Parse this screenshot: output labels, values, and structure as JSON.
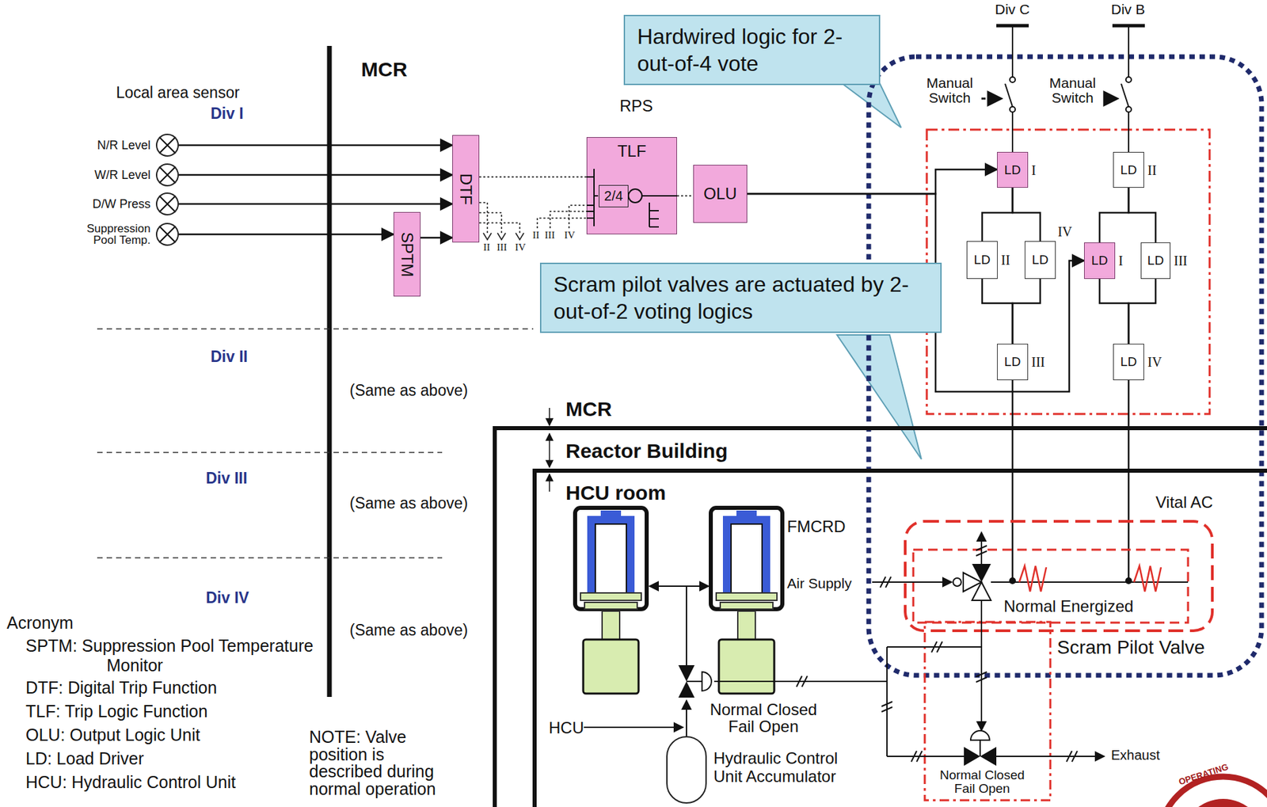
{
  "diagram": {
    "nodes": [
      {
        "text": [
          "N/R Level"
        ]
      },
      {
        "text": [
          "W/R Level"
        ]
      },
      {
        "text": [
          "D/W Press"
        ]
      },
      {
        "text": [
          "Suppression Pool Temp."
        ]
      },
      {
        "text": [
          "DTF"
        ]
      },
      {
        "text": [
          "SPTM"
        ]
      },
      {
        "text": [
          "TLF"
        ]
      },
      {
        "text": [
          "2/4"
        ],
        "in": 6
      },
      {
        "text": [
          "OLU"
        ]
      },
      {
        "text": [
          "Hardwired logic for 2-out-of-4 vote"
        ]
      },
      {
        "text": [
          "Scram pilot valves are actuated by 2-out-of-2 voting logics"
        ]
      },
      {
        "text": [
          "LD",
          "I"
        ]
      },
      {
        "text": [
          "LD",
          "II"
        ]
      },
      {
        "text": [
          "LD",
          "II"
        ]
      },
      {
        "text": [
          "LD",
          "IV"
        ]
      },
      {
        "text": [
          "LD",
          "I"
        ]
      },
      {
        "text": [
          "LD",
          "III"
        ]
      },
      {
        "text": [
          "LD",
          "III"
        ]
      },
      {
        "text": [
          "LD",
          "IV"
        ]
      },
      {
        "text": [
          "Hydraulic Control Unit Accumulator"
        ]
      }
    ],
    "edges": [
      {
        "from": 0,
        "to": 4,
        "arrow": "to"
      },
      {
        "from": 1,
        "to": 4,
        "arrow": "to"
      },
      {
        "from": 2,
        "to": 4,
        "arrow": "to"
      },
      {
        "from": 3,
        "to": 5,
        "arrow": "to"
      },
      {
        "from": 5,
        "to": 4,
        "arrow": "to"
      },
      {
        "from": 4,
        "to": 6,
        "arrow": "none"
      },
      {
        "from": 6,
        "to": 8,
        "arrow": "none"
      },
      {
        "from": 8,
        "to": 11,
        "arrow": "to"
      },
      {
        "from": 8,
        "to": 15,
        "arrow": "to"
      },
      {
        "from": 11,
        "to": 13,
        "arrow": "none"
      },
      {
        "from": 11,
        "to": 14,
        "arrow": "none"
      },
      {
        "from": 13,
        "to": 17,
        "arrow": "none"
      },
      {
        "from": 14,
        "to": 17,
        "arrow": "none"
      },
      {
        "from": 12,
        "to": 15,
        "arrow": "none"
      },
      {
        "from": 12,
        "to": 16,
        "arrow": "none"
      },
      {
        "from": 15,
        "to": 18,
        "arrow": "none"
      },
      {
        "from": 16,
        "to": 18,
        "arrow": "none"
      }
    ],
    "labels": [
      "MCR",
      "Local area sensor",
      "Div I",
      "II",
      "III",
      "IV",
      "II",
      "III",
      "IV",
      "RPS",
      "Div II",
      "(Same as above)",
      "Div III",
      "(Same as above)",
      "Div IV",
      "(Same as above)",
      "MCR",
      "Reactor Building",
      "HCU room",
      "Div C",
      "Div B",
      "Manual Switch",
      "Manual Switch",
      "Vital AC",
      "Normal Energized",
      "Scram Pilot Valve",
      "FMCRD",
      "Air Supply",
      "Normal Closed Fail Open",
      "HCU",
      "Exhaust",
      "Normal Closed Fail Open",
      "Acronym",
      "SPTM: Suppression Pool Temperature Monitor",
      "DTF: Digital Trip Function",
      "TLF: Trip Logic Function",
      "OLU: Output Logic Unit",
      "LD: Load Driver",
      "HCU: Hydraulic Control Unit",
      "NOTE: Valve position is described during normal operation",
      "OPERATING"
    ]
  }
}
